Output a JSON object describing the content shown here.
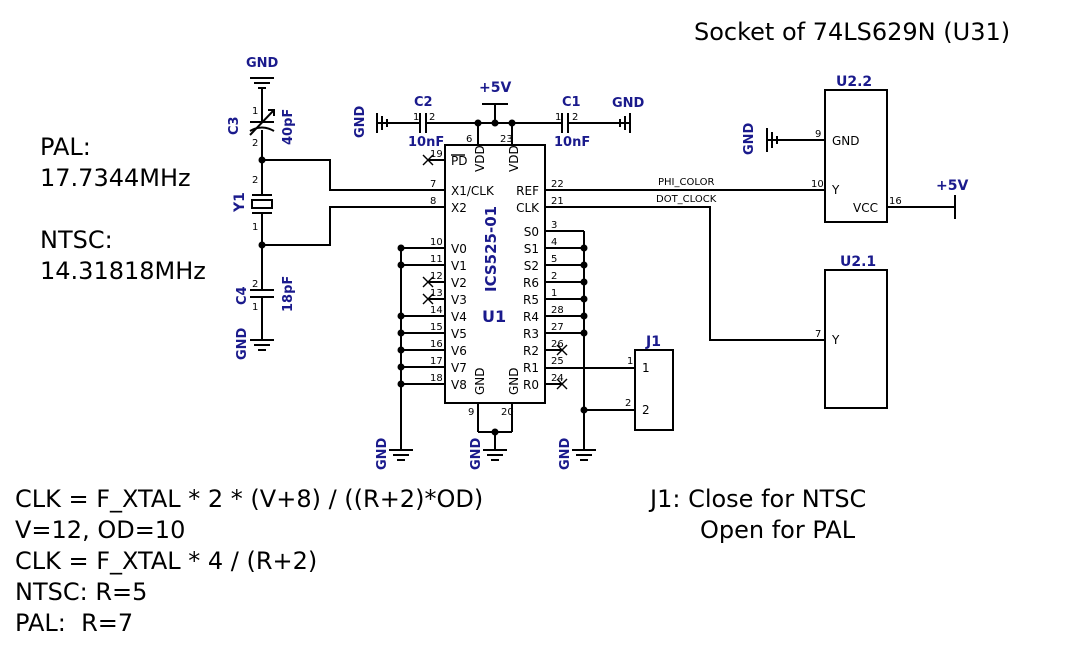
{
  "title": "Socket of 74LS629N (U31)",
  "notes_left": {
    "pal_line1": "PAL:",
    "pal_line2": "17.7344MHz",
    "ntsc_line1": "NTSC:",
    "ntsc_line2": "14.31818MHz"
  },
  "formulas": [
    "CLK = F_XTAL * 2 * (V+8) / ((R+2)*OD)",
    "V=12, OD=10",
    "CLK = F_XTAL * 4 / (R+2)",
    "NTSC: R=5",
    "PAL:  R=7"
  ],
  "jumper_note": [
    "J1: Close for NTSC",
    "Open for PAL"
  ],
  "power": {
    "gnd": "GND",
    "vcc": "+5V"
  },
  "components": {
    "c1": {
      "ref": "C1",
      "value": "10nF"
    },
    "c2": {
      "ref": "C2",
      "value": "10nF"
    },
    "c3": {
      "ref": "C3",
      "value": "40pF"
    },
    "c4": {
      "ref": "C4",
      "value": "18pF"
    },
    "y1": {
      "ref": "Y1"
    },
    "u1": {
      "ref": "U1",
      "part": "ICS525-01"
    },
    "u22": {
      "ref": "U2.2"
    },
    "u21": {
      "ref": "U2.1"
    },
    "j1": {
      "ref": "J1"
    }
  },
  "u1_left_pins": [
    {
      "num": "19",
      "name": "PD"
    },
    {
      "num": "7",
      "name": "X1/CLK"
    },
    {
      "num": "8",
      "name": "X2"
    },
    {
      "num": "10",
      "name": "V0"
    },
    {
      "num": "11",
      "name": "V1"
    },
    {
      "num": "12",
      "name": "V2"
    },
    {
      "num": "13",
      "name": "V3"
    },
    {
      "num": "14",
      "name": "V4"
    },
    {
      "num": "15",
      "name": "V5"
    },
    {
      "num": "16",
      "name": "V6"
    },
    {
      "num": "17",
      "name": "V7"
    },
    {
      "num": "18",
      "name": "V8"
    }
  ],
  "u1_right_pins": [
    {
      "num": "22",
      "name": "REF"
    },
    {
      "num": "21",
      "name": "CLK"
    },
    {
      "num": "3",
      "name": "S0"
    },
    {
      "num": "4",
      "name": "S1"
    },
    {
      "num": "5",
      "name": "S2"
    },
    {
      "num": "2",
      "name": "R6"
    },
    {
      "num": "1",
      "name": "R5"
    },
    {
      "num": "28",
      "name": "R4"
    },
    {
      "num": "27",
      "name": "R3"
    },
    {
      "num": "26",
      "name": "R2"
    },
    {
      "num": "25",
      "name": "R1"
    },
    {
      "num": "24",
      "name": "R0"
    }
  ],
  "u1_top_pins": [
    {
      "num": "6",
      "name": "VDD"
    },
    {
      "num": "23",
      "name": "VDD"
    }
  ],
  "u1_bottom_pins": [
    {
      "num": "9",
      "name": "GND"
    },
    {
      "num": "20",
      "name": "GND"
    }
  ],
  "nets": {
    "phi_color": "PHI_COLOR",
    "dot_clock": "DOT_CLOCK"
  },
  "u22_pins": {
    "gnd_num": "9",
    "gnd_name": "GND",
    "y_num": "10",
    "y_name": "Y",
    "vcc_num": "16",
    "vcc_name": "VCC"
  },
  "u21_pins": {
    "y_num": "7",
    "y_name": "Y"
  },
  "j1_pins": {
    "p1": "1",
    "p2": "2"
  },
  "cap_pins": {
    "p1": "1",
    "p2": "2"
  }
}
